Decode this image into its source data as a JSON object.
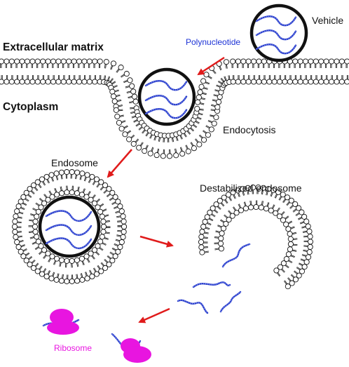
{
  "labels": {
    "extracellular": "Extracellular matrix",
    "cytoplasm": "Cytoplasm",
    "vehicle": "Vehicle",
    "polynucleotide": "Polynucleotide",
    "endocytosis": "Endocytosis",
    "endosome": "Endosome",
    "destabilized": "Destabilized endosome",
    "ribosome": "Ribosome"
  },
  "colors": {
    "strand": "#2b3fc9",
    "ribosome": "#e815e0",
    "arrow": "#e01b1b",
    "outline": "#111111",
    "polynucleotide_text": "#1d33d6",
    "ribosome_text": "#e815e0"
  }
}
